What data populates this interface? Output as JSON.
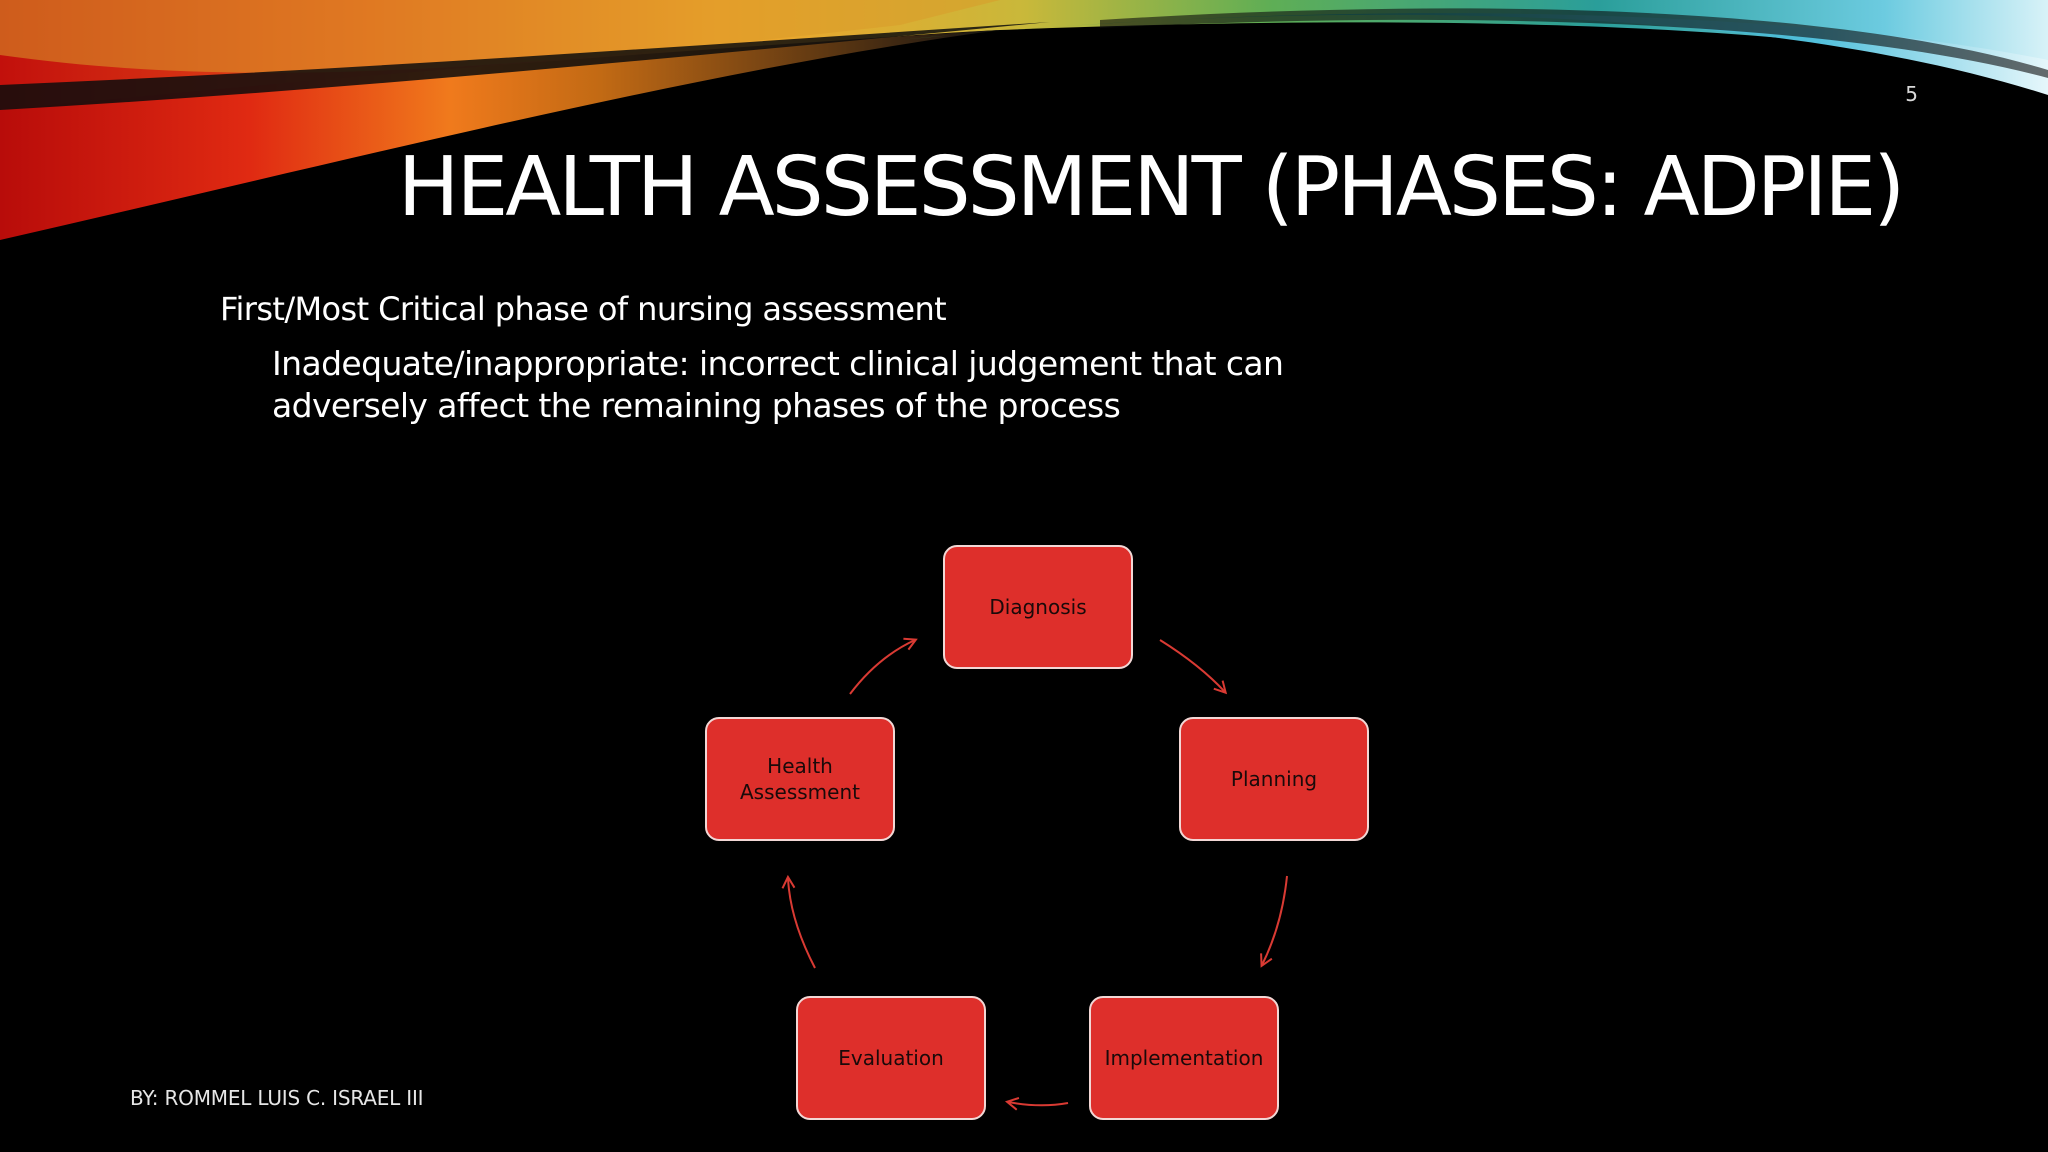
{
  "slide": {
    "number": "5",
    "title": "HEALTH ASSESSMENT (PHASES: ADPIE)",
    "bullet_level1": "First/Most Critical phase of nursing assessment",
    "bullet_level2": "Inadequate/inappropriate: incorrect clinical judgement that can adversely affect the remaining phases of the process",
    "author": "BY: ROMMEL LUIS C. ISRAEL III"
  },
  "cycle": {
    "phases": [
      {
        "label": "Diagnosis"
      },
      {
        "label": "Planning"
      },
      {
        "label": "Implementation"
      },
      {
        "label": "Evaluation"
      },
      {
        "label": "Health Assessment"
      }
    ],
    "box_color": "#de2f2b",
    "arrow_color": "#d93a33"
  }
}
